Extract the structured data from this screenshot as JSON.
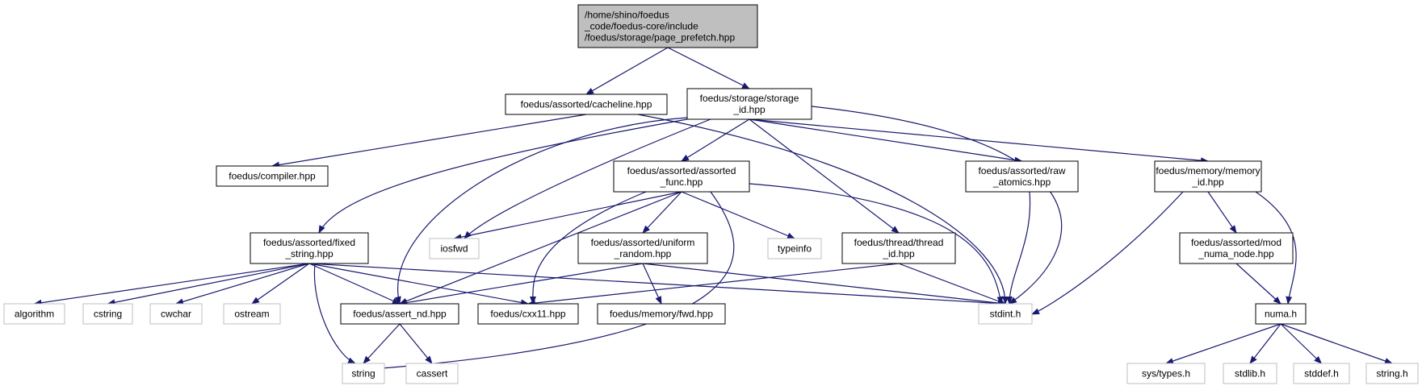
{
  "colors": {
    "edge": "#191970",
    "root_fill": "#bfbfbf",
    "node_border": "#000000",
    "external_border": "#bfbfbf",
    "background": "#ffffff"
  },
  "graph": {
    "nodes": [
      {
        "id": "root",
        "lines": [
          "/home/shino/foedus",
          "_code/foedus-core/include",
          "/foedus/storage/page_prefetch.hpp"
        ],
        "kind": "root"
      },
      {
        "id": "cacheline",
        "lines": [
          "foedus/assorted/cacheline.hpp"
        ],
        "kind": "file"
      },
      {
        "id": "storage_id",
        "lines": [
          "foedus/storage/storage",
          "_id.hpp"
        ],
        "kind": "file"
      },
      {
        "id": "compiler",
        "lines": [
          "foedus/compiler.hpp"
        ],
        "kind": "file"
      },
      {
        "id": "assorted_func",
        "lines": [
          "foedus/assorted/assorted",
          "_func.hpp"
        ],
        "kind": "file"
      },
      {
        "id": "raw_atomics",
        "lines": [
          "foedus/assorted/raw",
          "_atomics.hpp"
        ],
        "kind": "file"
      },
      {
        "id": "memory_id",
        "lines": [
          "foedus/memory/memory",
          "_id.hpp"
        ],
        "kind": "file"
      },
      {
        "id": "fixed_string",
        "lines": [
          "foedus/assorted/fixed",
          "_string.hpp"
        ],
        "kind": "file"
      },
      {
        "id": "iosfwd",
        "lines": [
          "iosfwd"
        ],
        "kind": "external"
      },
      {
        "id": "uniform_random",
        "lines": [
          "foedus/assorted/uniform",
          "_random.hpp"
        ],
        "kind": "file"
      },
      {
        "id": "typeinfo",
        "lines": [
          "typeinfo"
        ],
        "kind": "external"
      },
      {
        "id": "thread_id",
        "lines": [
          "foedus/thread/thread",
          "_id.hpp"
        ],
        "kind": "file"
      },
      {
        "id": "mod_numa_node",
        "lines": [
          "foedus/assorted/mod",
          "_numa_node.hpp"
        ],
        "kind": "file"
      },
      {
        "id": "algorithm",
        "lines": [
          "algorithm"
        ],
        "kind": "external"
      },
      {
        "id": "cstring",
        "lines": [
          "cstring"
        ],
        "kind": "external"
      },
      {
        "id": "cwchar",
        "lines": [
          "cwchar"
        ],
        "kind": "external"
      },
      {
        "id": "ostream",
        "lines": [
          "ostream"
        ],
        "kind": "external"
      },
      {
        "id": "assert_nd",
        "lines": [
          "foedus/assert_nd.hpp"
        ],
        "kind": "file"
      },
      {
        "id": "cxx11",
        "lines": [
          "foedus/cxx11.hpp"
        ],
        "kind": "file"
      },
      {
        "id": "memory_fwd",
        "lines": [
          "foedus/memory/fwd.hpp"
        ],
        "kind": "file"
      },
      {
        "id": "stdint",
        "lines": [
          "stdint.h"
        ],
        "kind": "external"
      },
      {
        "id": "numa",
        "lines": [
          "numa.h"
        ],
        "kind": "file"
      },
      {
        "id": "string",
        "lines": [
          "string"
        ],
        "kind": "external"
      },
      {
        "id": "cassert",
        "lines": [
          "cassert"
        ],
        "kind": "external"
      },
      {
        "id": "sys_types",
        "lines": [
          "sys/types.h"
        ],
        "kind": "external"
      },
      {
        "id": "stdlib",
        "lines": [
          "stdlib.h"
        ],
        "kind": "external"
      },
      {
        "id": "stddef",
        "lines": [
          "stddef.h"
        ],
        "kind": "external"
      },
      {
        "id": "string_h",
        "lines": [
          "string.h"
        ],
        "kind": "external"
      }
    ],
    "edges": [
      [
        "root",
        "cacheline"
      ],
      [
        "root",
        "storage_id"
      ],
      [
        "cacheline",
        "compiler"
      ],
      [
        "cacheline",
        "stdint"
      ],
      [
        "storage_id",
        "assorted_func"
      ],
      [
        "storage_id",
        "raw_atomics"
      ],
      [
        "storage_id",
        "memory_id"
      ],
      [
        "storage_id",
        "fixed_string"
      ],
      [
        "storage_id",
        "iosfwd"
      ],
      [
        "storage_id",
        "thread_id"
      ],
      [
        "storage_id",
        "assert_nd"
      ],
      [
        "storage_id",
        "stdint"
      ],
      [
        "assorted_func",
        "iosfwd"
      ],
      [
        "assorted_func",
        "uniform_random"
      ],
      [
        "assorted_func",
        "typeinfo"
      ],
      [
        "assorted_func",
        "assert_nd"
      ],
      [
        "assorted_func",
        "cxx11"
      ],
      [
        "assorted_func",
        "stdint"
      ],
      [
        "assorted_func",
        "string"
      ],
      [
        "raw_atomics",
        "stdint"
      ],
      [
        "memory_id",
        "mod_numa_node"
      ],
      [
        "memory_id",
        "numa"
      ],
      [
        "memory_id",
        "stdint"
      ],
      [
        "fixed_string",
        "algorithm"
      ],
      [
        "fixed_string",
        "cstring"
      ],
      [
        "fixed_string",
        "cwchar"
      ],
      [
        "fixed_string",
        "ostream"
      ],
      [
        "fixed_string",
        "assert_nd"
      ],
      [
        "fixed_string",
        "cxx11"
      ],
      [
        "fixed_string",
        "string"
      ],
      [
        "fixed_string",
        "stdint"
      ],
      [
        "uniform_random",
        "assert_nd"
      ],
      [
        "uniform_random",
        "memory_fwd"
      ],
      [
        "uniform_random",
        "stdint"
      ],
      [
        "thread_id",
        "cxx11"
      ],
      [
        "thread_id",
        "stdint"
      ],
      [
        "mod_numa_node",
        "numa"
      ],
      [
        "assert_nd",
        "string"
      ],
      [
        "assert_nd",
        "cassert"
      ],
      [
        "numa",
        "sys_types"
      ],
      [
        "numa",
        "stdlib"
      ],
      [
        "numa",
        "stddef"
      ],
      [
        "numa",
        "string_h"
      ]
    ]
  }
}
